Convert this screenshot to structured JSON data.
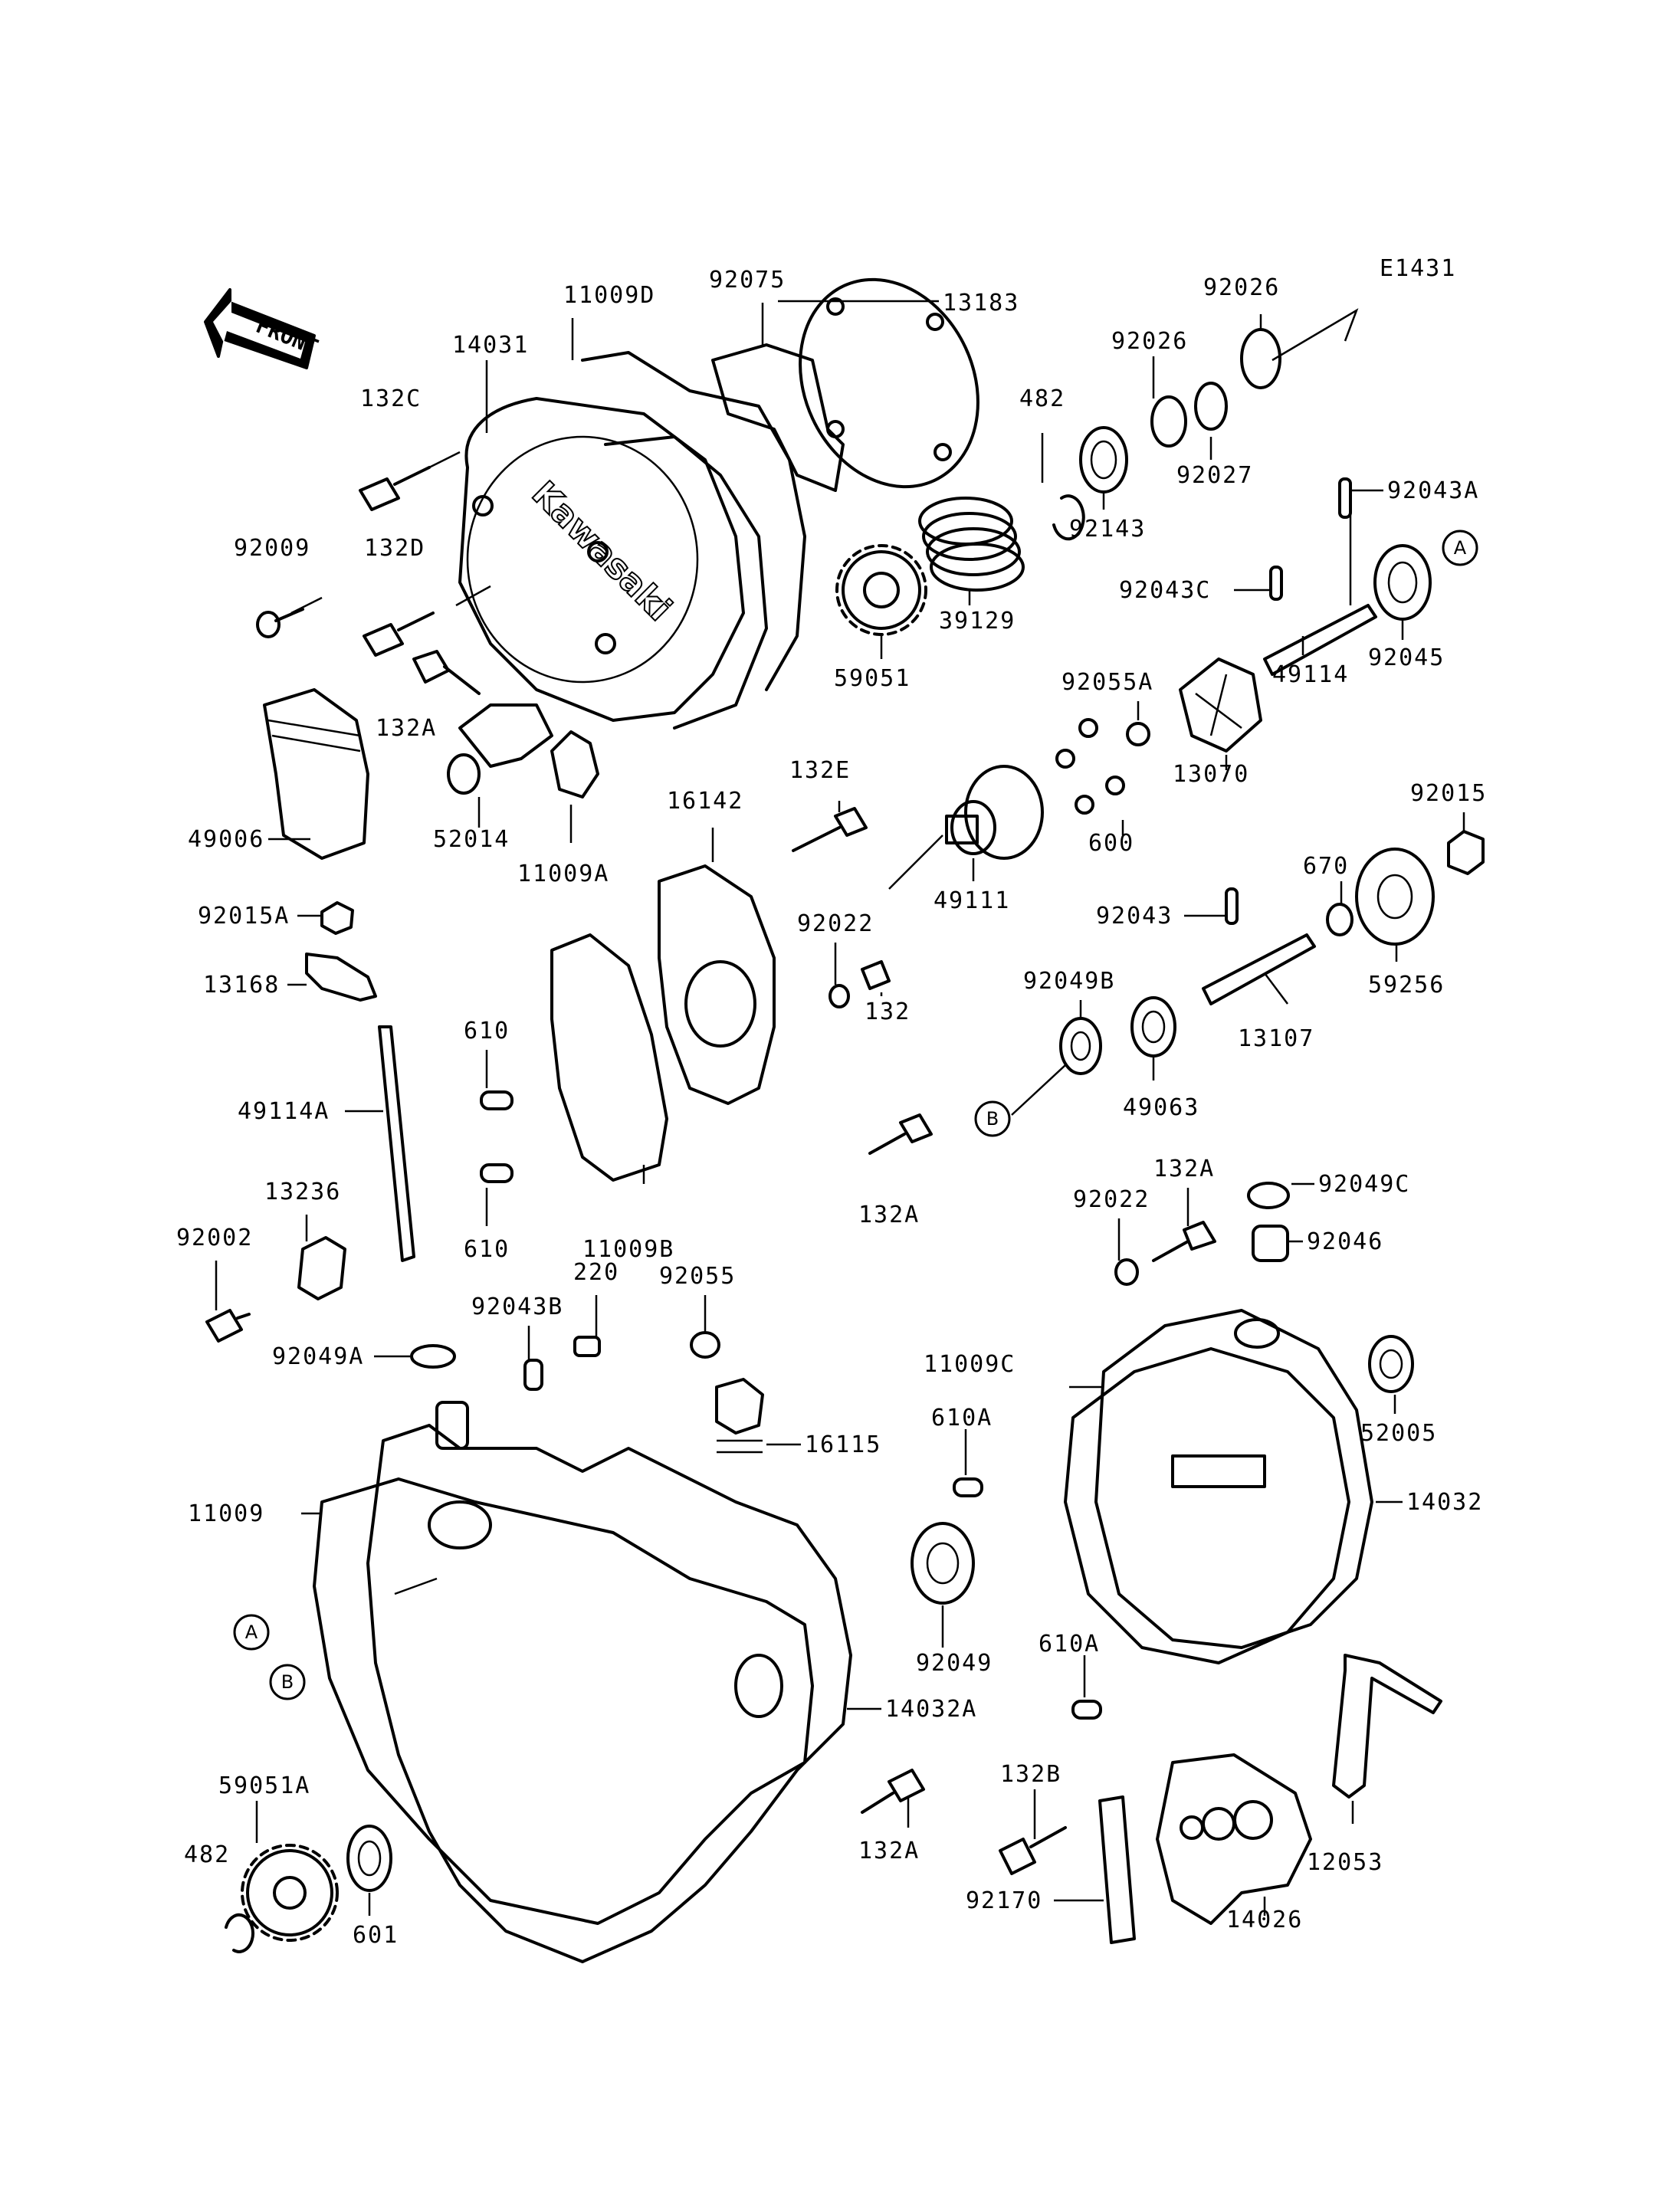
{
  "diagram_code": "E1431",
  "front_label": "FRONT",
  "brand_text": "Kawasaki",
  "ref_markers": [
    "A",
    "B"
  ],
  "part_labels": [
    "14031",
    "11009D",
    "92075",
    "13183",
    "92026",
    "92026",
    "92027",
    "482",
    "92143",
    "132C",
    "92009",
    "132D",
    "132A",
    "39129",
    "59051",
    "92043A",
    "92043C",
    "92045",
    "49114",
    "92055A",
    "13070",
    "600",
    "49111",
    "92015",
    "52014",
    "11009A",
    "16142",
    "132E",
    "49006",
    "92015A",
    "13168",
    "92022",
    "132",
    "610",
    "610",
    "11009B",
    "670",
    "92043",
    "59256",
    "13107",
    "92049B",
    "49063",
    "132A",
    "49114A",
    "13236",
    "92002",
    "92049A",
    "92043B",
    "220",
    "92055",
    "132A",
    "92022",
    "92049C",
    "92046",
    "16115",
    "11009C",
    "610A",
    "11009",
    "52005",
    "14032",
    "92049",
    "610A",
    "14032A",
    "59051A",
    "482",
    "601",
    "132A",
    "132B",
    "12053",
    "92170",
    "14026"
  ]
}
